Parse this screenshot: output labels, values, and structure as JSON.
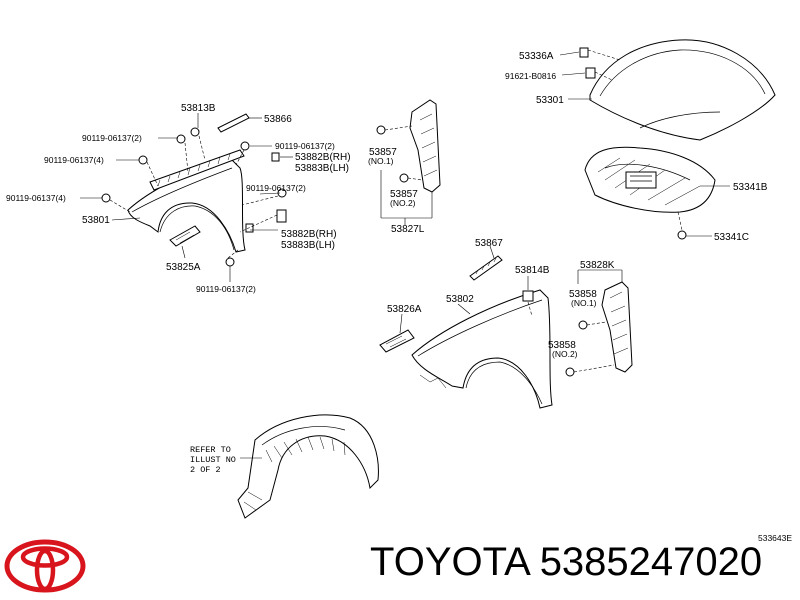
{
  "diagram": {
    "labels": {
      "53336A": "53336A",
      "91621": "91621-B0816",
      "53301": "53301",
      "53341B": "53341B",
      "53341C": "53341C",
      "53813B": "53813B",
      "53866": "53866",
      "bolt_a": "90119-06137(2)",
      "bolt_b": "90119-06137(2)",
      "bolt_c": "90119-06137(4)",
      "bolt_d": "90119-06137(4)",
      "bolt_e": "90119-06137(2)",
      "bolt_f": "90119-06137(2)",
      "53882B_top": "53882B(RH)",
      "53883B_top": "53883B(LH)",
      "53882B_bot": "53882B(RH)",
      "53883B_bot": "53883B(LH)",
      "53801": "53801",
      "53825A": "53825A",
      "53857_a": "53857",
      "no1_a": "(NO.1)",
      "53857_b": "53857",
      "no2_a": "(NO.2)",
      "53827L": "53827L",
      "53867": "53867",
      "53814B": "53814B",
      "53828K": "53828K",
      "53858_a": "53858",
      "no1_b": "(NO.1)",
      "53858_b": "53858",
      "no2_b": "(NO.2)",
      "53826A": "53826A",
      "53802": "53802",
      "refer_1": "REFER TO",
      "refer_2": "ILLUST NO",
      "refer_3": "2 OF 2",
      "ref_code": "533643E"
    }
  },
  "brand": {
    "name": "TOYOTA",
    "part_number": "5385247020",
    "logo_color": "#d8141c"
  }
}
